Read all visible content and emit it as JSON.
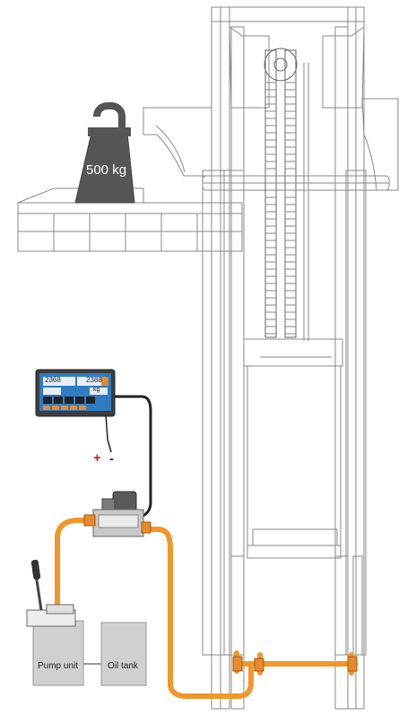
{
  "weight": {
    "label": "500 kg"
  },
  "indicator": {
    "readouts": [
      "2368",
      "2388",
      "kg"
    ],
    "terminals": {
      "plus": "+",
      "minus": "-"
    }
  },
  "pump_unit": {
    "label": "Pump unit"
  },
  "oil_tank": {
    "label": "Oil tank"
  },
  "colors": {
    "hose": "#f0962a",
    "line_art": "#7a7a7a",
    "weight_body": "#555555",
    "indicator_screen": "#2f7bc4",
    "indicator_button": "#e8892b",
    "terminal_plus": "#d42020"
  }
}
